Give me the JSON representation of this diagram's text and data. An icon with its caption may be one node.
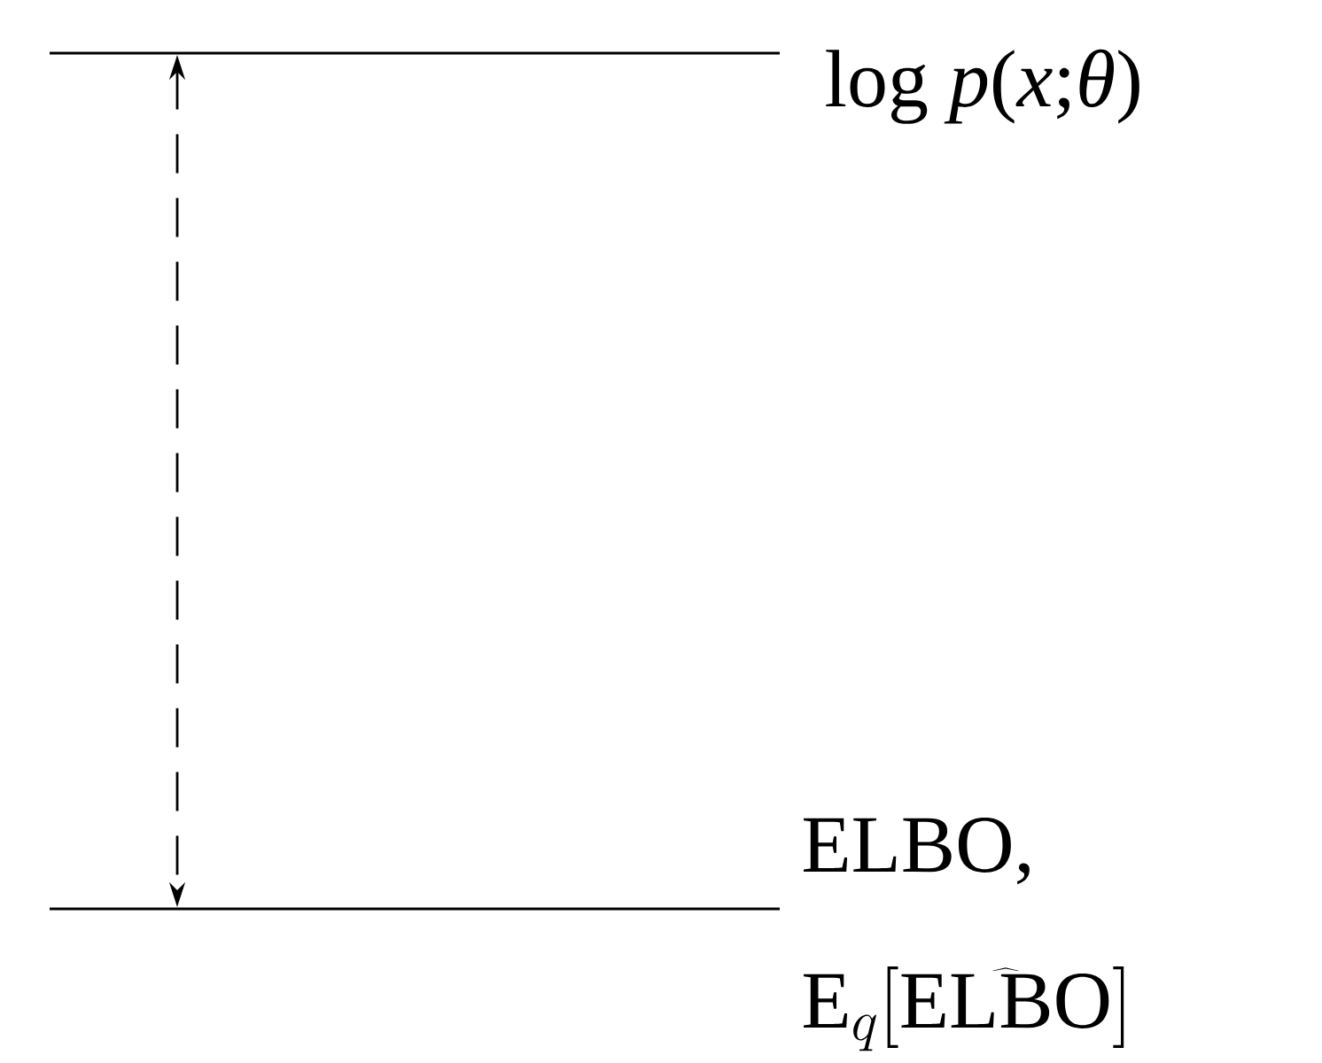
{
  "diagram": {
    "nodes": [
      {
        "text": [
          "log *p*(*x*;*θ*)"
        ]
      },
      {
        "text": [
          "ELBO,",
          "\\mathrm{E}_q[\\widehat{\\mathrm{ELBO}}]"
        ]
      }
    ],
    "edges": [
      {
        "from": 0,
        "to": 1,
        "arrow": "both",
        "style": "dashed"
      }
    ]
  }
}
